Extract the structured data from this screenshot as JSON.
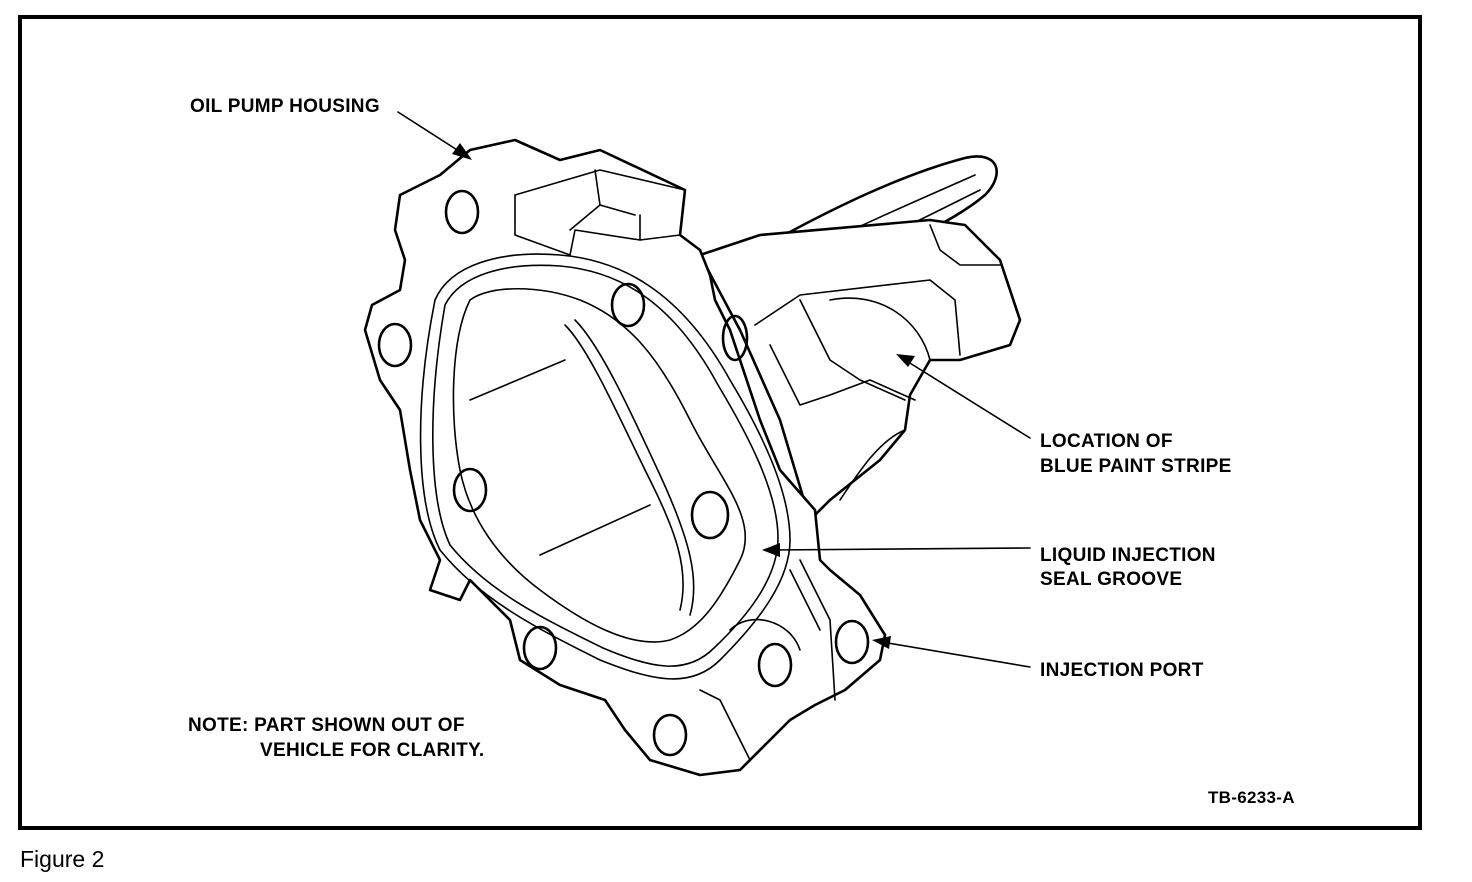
{
  "labels": {
    "oil_pump_housing": "OIL PUMP HOUSING",
    "blue_paint_stripe_line1": "LOCATION OF",
    "blue_paint_stripe_line2": "BLUE PAINT STRIPE",
    "seal_groove_line1": "LIQUID INJECTION",
    "seal_groove_line2": "SEAL GROOVE",
    "injection_port": "INJECTION PORT",
    "note_line1": "NOTE: PART SHOWN OUT OF",
    "note_line2": "VEHICLE FOR CLARITY.",
    "drawing_id": "TB-6233-A"
  },
  "caption": "Figure 2"
}
